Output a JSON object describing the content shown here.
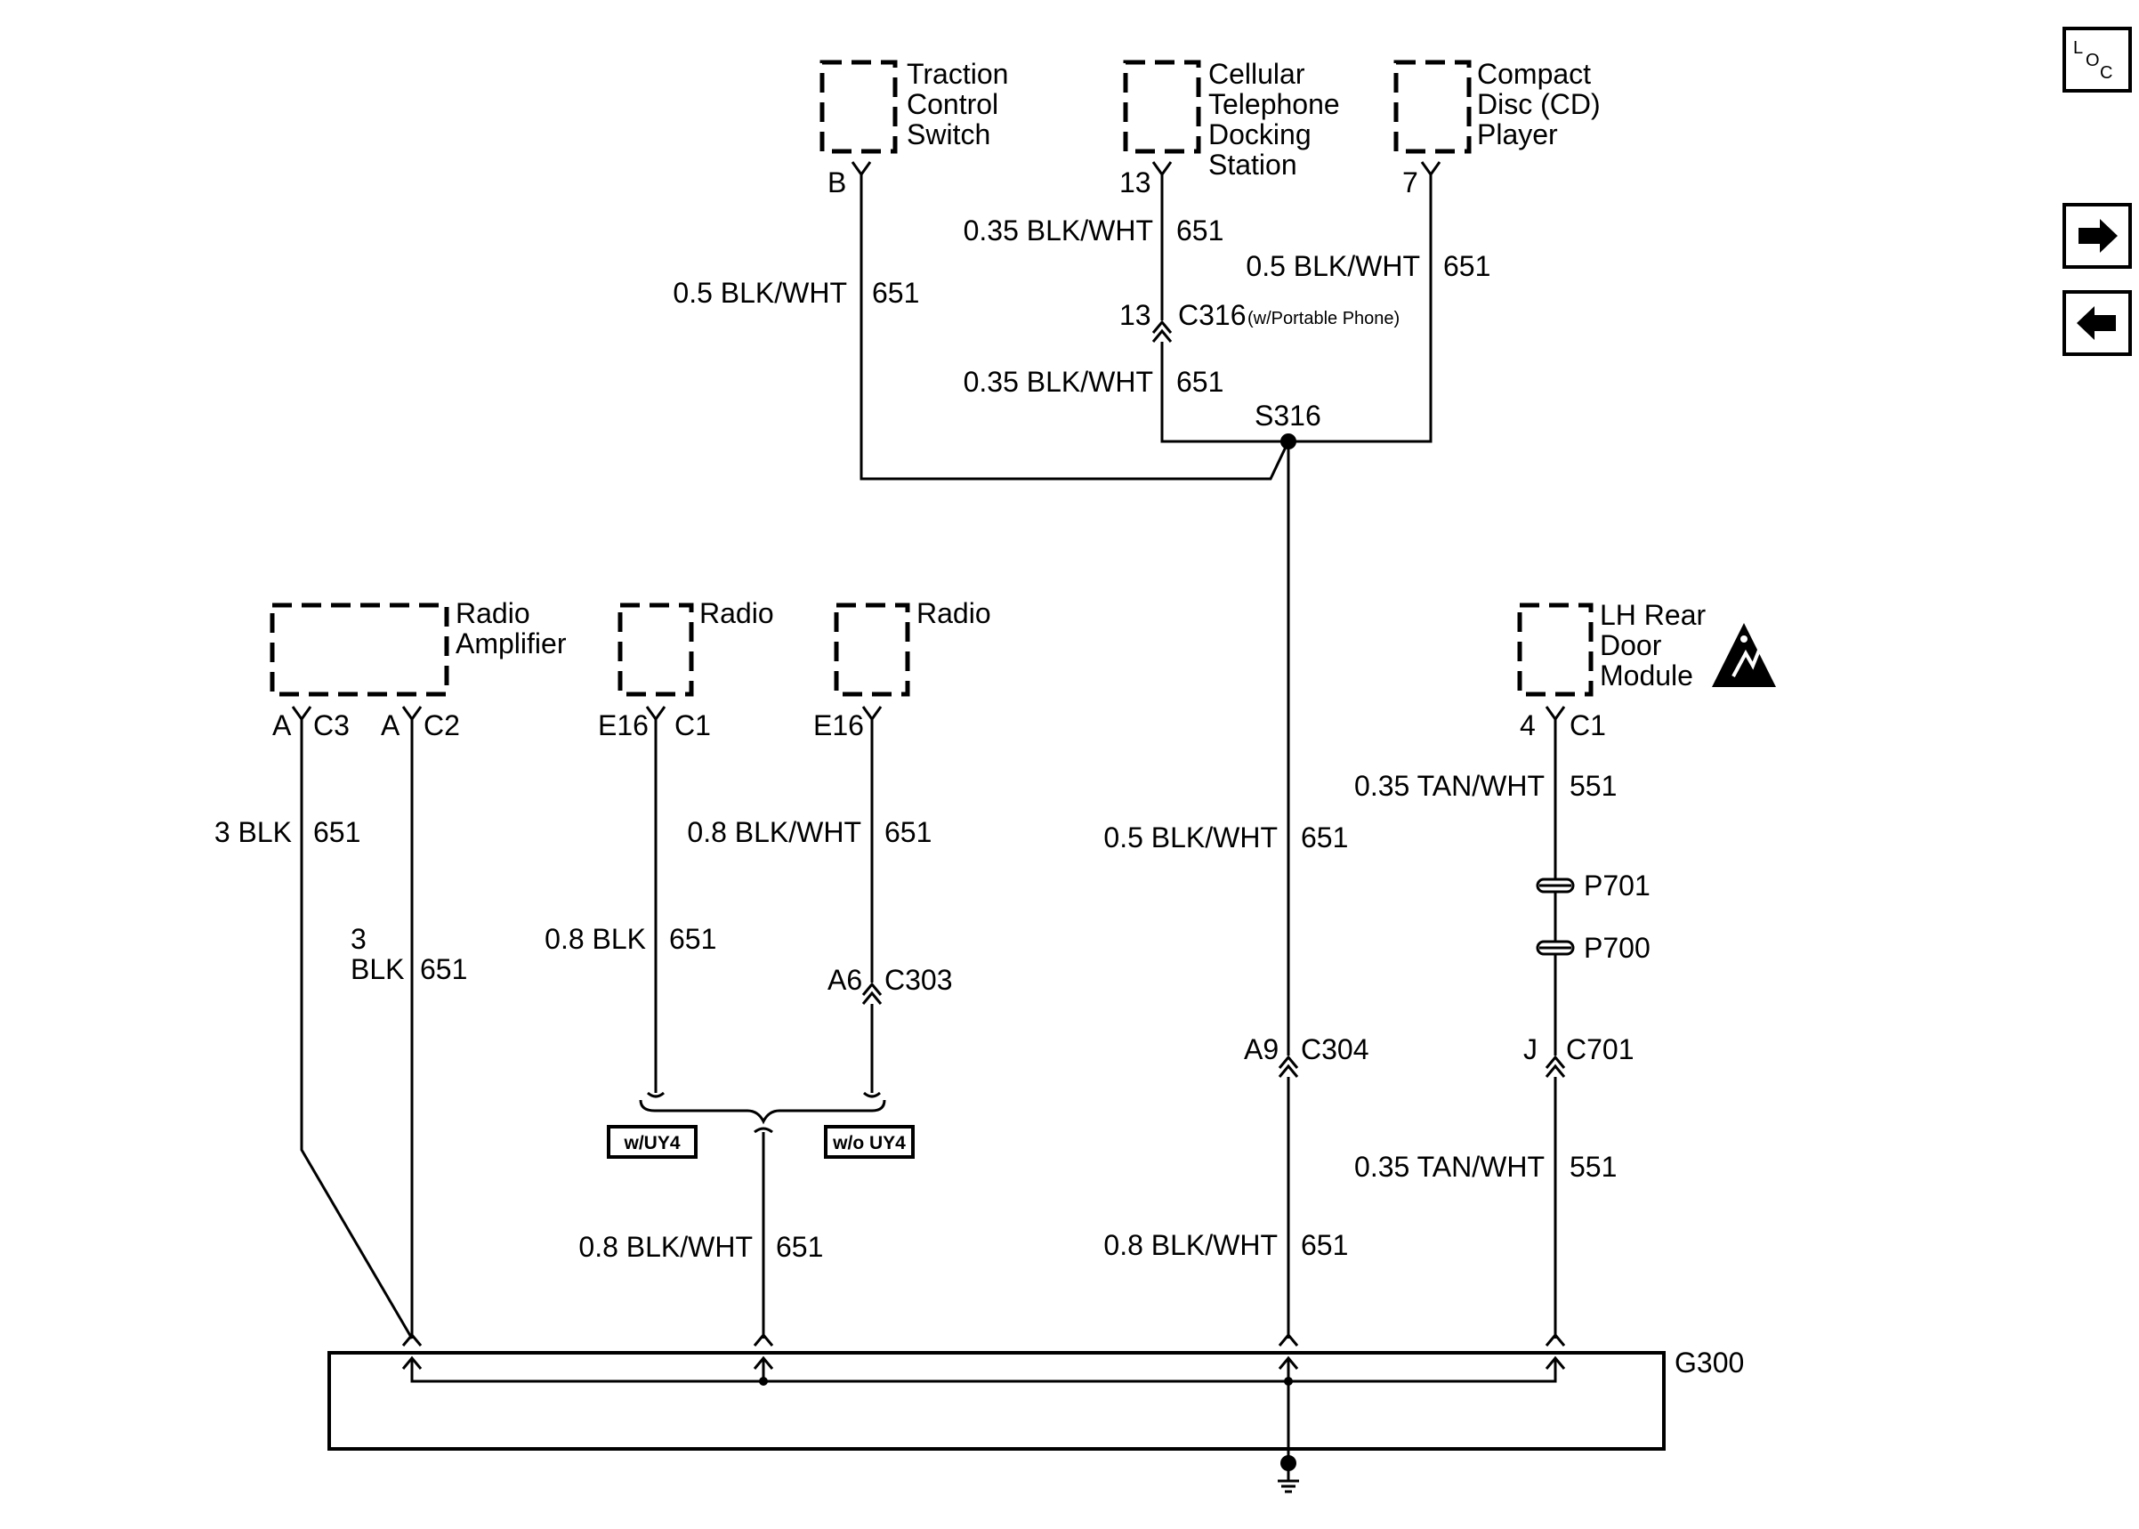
{
  "components": {
    "traction_control_switch": [
      "Traction",
      "Control",
      "Switch"
    ],
    "cellular_docking_station": [
      "Cellular",
      "Telephone",
      "Docking",
      "Station"
    ],
    "cd_player": [
      "Compact",
      "Disc (CD)",
      "Player"
    ],
    "radio_amplifier": [
      "Radio",
      "Amplifier"
    ],
    "radio_1": "Radio",
    "radio_2": "Radio",
    "lh_rear_door_module": [
      "LH Rear",
      "Door",
      "Module"
    ]
  },
  "pins": {
    "traction_b": "B",
    "cell_13": "13",
    "cd_7": "7",
    "c316_pin": "13",
    "amp_c3_pin": "A",
    "amp_c3": "C3",
    "amp_c2_pin": "A",
    "amp_c2": "C2",
    "radio1_pin": "E16",
    "radio1_conn": "C1",
    "radio2_pin": "E16",
    "c303_pin": "A6",
    "c304_pin": "A9",
    "door_pin": "4",
    "door_conn": "C1",
    "c701_pin": "J"
  },
  "connectors": {
    "c316": "C316",
    "c316_note": "(w/Portable Phone)",
    "s316": "S316",
    "c303": "C303",
    "c304": "C304",
    "c701": "C701",
    "p701": "P701",
    "p700": "P700",
    "g300": "G300"
  },
  "wires": {
    "traction": {
      "spec": "0.5 BLK/WHT",
      "circuit": "651"
    },
    "cell_upper": {
      "spec": "0.35 BLK/WHT",
      "circuit": "651"
    },
    "cell_lower": {
      "spec": "0.35 BLK/WHT",
      "circuit": "651"
    },
    "cd": {
      "spec": "0.5 BLK/WHT",
      "circuit": "651"
    },
    "amp_c3": {
      "spec": "3 BLK",
      "circuit": "651"
    },
    "amp_c2": {
      "spec_line1": "3",
      "spec_line2": "BLK",
      "circuit": "651"
    },
    "radio1": {
      "spec": "0.8 BLK",
      "circuit": "651"
    },
    "radio2": {
      "spec": "0.8 BLK/WHT",
      "circuit": "651"
    },
    "radio_merged": {
      "spec": "0.8 BLK/WHT",
      "circuit": "651"
    },
    "s316_down": {
      "spec": "0.5 BLK/WHT",
      "circuit": "651"
    },
    "c304_down": {
      "spec": "0.8 BLK/WHT",
      "circuit": "651"
    },
    "door_upper": {
      "spec": "0.35 TAN/WHT",
      "circuit": "551"
    },
    "door_lower": {
      "spec": "0.35 TAN/WHT",
      "circuit": "551"
    }
  },
  "options": {
    "with_uy4": "w/UY4",
    "without_uy4": "w/o UY4"
  },
  "nav": {
    "loc_icon": "location-icon",
    "next_icon": "arrow-right-icon",
    "prev_icon": "arrow-left-icon"
  }
}
